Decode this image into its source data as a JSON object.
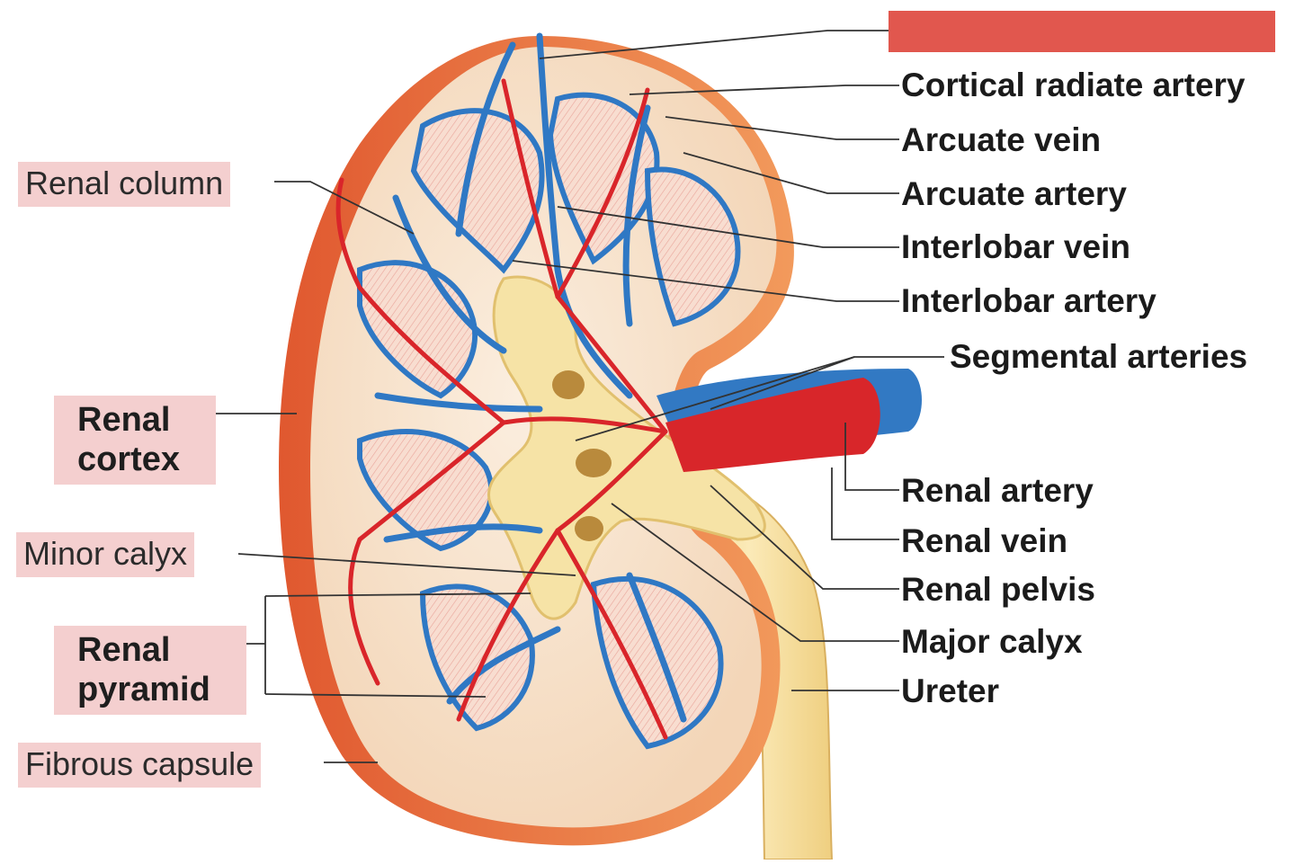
{
  "labels_right": {
    "cortical_radiate_artery": "Cortical radiate artery",
    "arcuate_vein": "Arcuate vein",
    "arcuate_artery": "Arcuate artery",
    "interlobar_vein": "Interlobar vein",
    "interlobar_artery": "Interlobar artery",
    "segmental_arteries": "Segmental arteries",
    "renal_artery": "Renal artery",
    "renal_vein": "Renal vein",
    "renal_pelvis": "Renal pelvis",
    "major_calyx": "Major calyx",
    "ureter": "Ureter"
  },
  "labels_left": {
    "renal_column": "Renal column",
    "renal_cortex": "Renal\ncortex",
    "minor_calyx": "Minor calyx",
    "renal_pyramid": "Renal\npyramid",
    "fibrous_capsule": "Fibrous capsule"
  },
  "colors": {
    "hidden_label_bar": "#e1574e",
    "label_highlight": "#f4cfcf",
    "artery": "#d9252a",
    "vein": "#2f78c4",
    "capsule": "#e9723a",
    "cortex": "#f8e3cc",
    "pyramid": "#f7d6c6",
    "pelvis": "#f6e3a6"
  }
}
